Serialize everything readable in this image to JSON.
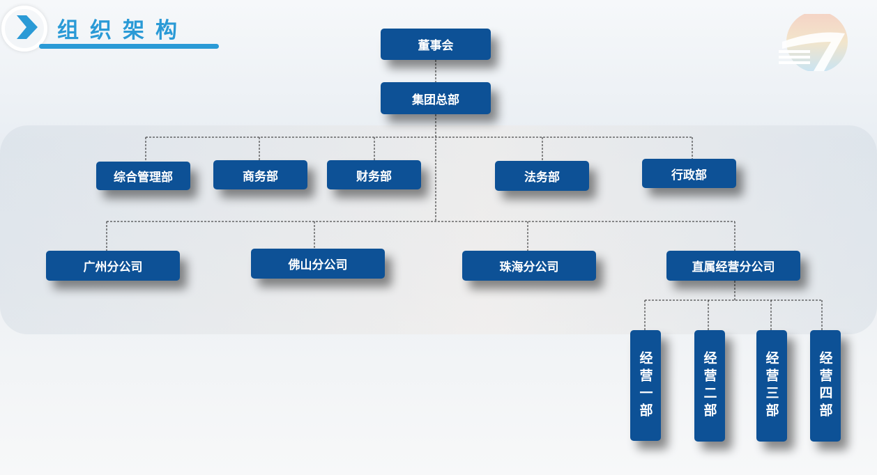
{
  "header": {
    "title": "组织架构"
  },
  "colors": {
    "box": "#0d5196",
    "accent": "#2a9ad6"
  },
  "org": {
    "board": "董事会",
    "hq": "集团总部",
    "departments": [
      "综合管理部",
      "商务部",
      "财务部",
      "法务部",
      "行政部"
    ],
    "branches": [
      "广州分公司",
      "佛山分公司",
      "珠海分公司",
      "直属经营分公司"
    ],
    "divisions": [
      "经营一部",
      "经营二部",
      "经营三部",
      "经营四部"
    ]
  }
}
